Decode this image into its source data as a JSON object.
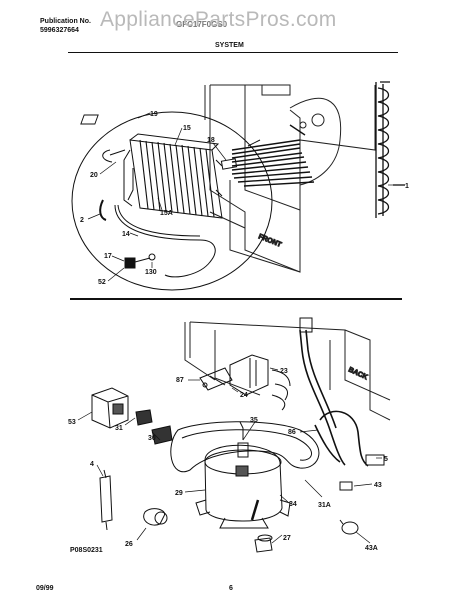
{
  "header": {
    "publication_label": "Publication No.",
    "publication_number": "5996327664",
    "model": "GFC17F0GS0",
    "section_title": "SYSTEM",
    "watermark": "AppliancePartsPros.com"
  },
  "diagram": {
    "text_labels": {
      "front": "FRONT",
      "back": "BACK",
      "figure_code": "P08S0231"
    },
    "callouts": [
      "19",
      "15",
      "18",
      "20",
      "1",
      "2",
      "15A",
      "14",
      "17",
      "130",
      "52",
      "87",
      "23",
      "24",
      "35",
      "86",
      "53",
      "31",
      "30",
      "29",
      "34",
      "31A",
      "5",
      "43",
      "4",
      "26",
      "27",
      "43A"
    ]
  },
  "footer": {
    "date": "09/99",
    "page": "6"
  }
}
